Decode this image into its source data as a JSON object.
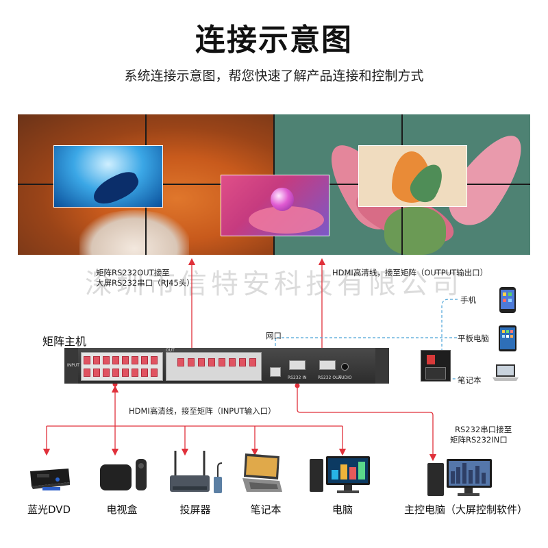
{
  "header": {
    "title": "连接示意图",
    "subtitle": "系统连接示意图，帮您快速了解产品连接和控制方式"
  },
  "watermark": "深圳市信特安科技有限公司",
  "annotations": {
    "rs232_out_line1": "矩阵RS232OUT接至",
    "rs232_out_line2": "大屏RS232串口（RJ45头）",
    "hdmi_output": "HDMI高清线，接至矩阵（OUTPUT输出口）",
    "hdmi_input": "HDMI高清线，接至矩阵（INPUT输入口）",
    "rs232_in_line1": "RS232串口接至",
    "rs232_in_line2": "矩阵RS232IN口",
    "network": "网口"
  },
  "matrix": {
    "label": "矩阵主机",
    "input_tag": "INPUT",
    "output_tag": "OUT",
    "rs232_in_tag": "RS232 IN",
    "rs232_out_tag": "RS232 OUT",
    "audio_tag": "AUDIO"
  },
  "control_devices": [
    {
      "label": "手机",
      "icon": "phone-icon"
    },
    {
      "label": "平板电脑",
      "icon": "tablet-icon"
    },
    {
      "label": "笔记本",
      "icon": "laptop-icon"
    }
  ],
  "sources": [
    {
      "label": "蓝光DVD",
      "icon": "bluray-player-icon"
    },
    {
      "label": "电视盒",
      "icon": "tv-box-icon"
    },
    {
      "label": "投屏器",
      "icon": "screen-caster-icon"
    },
    {
      "label": "笔记本",
      "icon": "laptop-icon"
    },
    {
      "label": "电脑",
      "icon": "desktop-pc-icon"
    }
  ],
  "master_pc": {
    "label": "主控电脑（大屏控制软件）",
    "icon": "master-pc-icon"
  },
  "colors": {
    "arrow_red": "#e0303a",
    "dashed_blue": "#4aa3d8",
    "port_red": "#e05361"
  }
}
